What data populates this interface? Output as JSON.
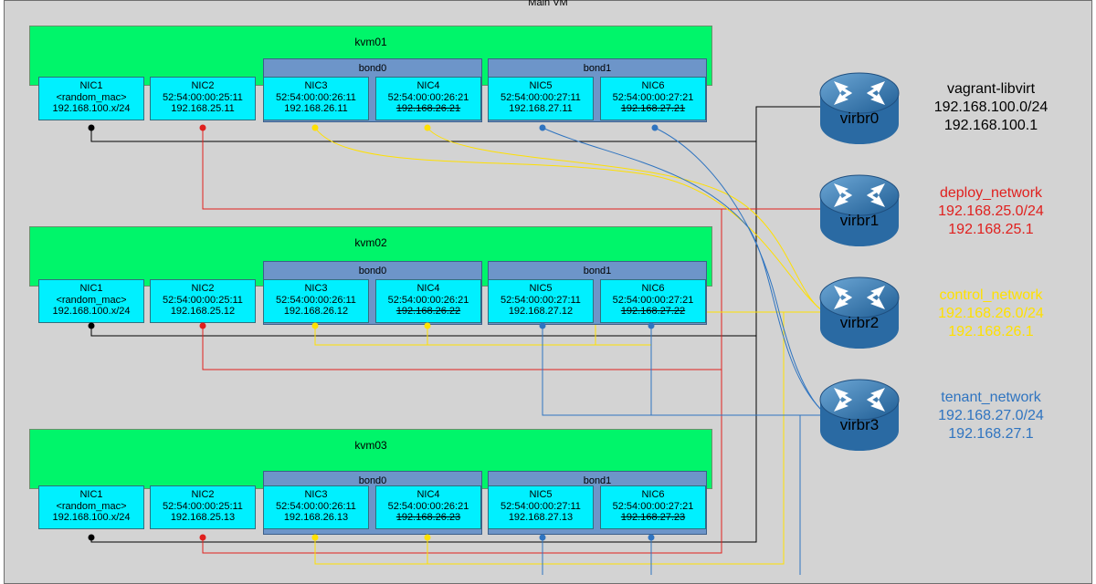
{
  "main_vm": {
    "title": "Main VM"
  },
  "colors": {
    "host_bg": "#00f56a",
    "nic_bg": "#00f0ff",
    "bond_bg": "#6d95c9",
    "vagrant": "#000000",
    "deploy": "#e0201e",
    "control": "#ffe000",
    "tenant": "#2f74c0"
  },
  "hosts": [
    {
      "name": "kvm01",
      "nic1": {
        "label": "NIC1",
        "mac": "<random_mac>",
        "ip": "192.168.100.x/24"
      },
      "nic2": {
        "label": "NIC2",
        "mac": "52:54:00:00:25:11",
        "ip": "192.168.25.11"
      },
      "bond0": {
        "label": "bond0",
        "nic3": {
          "label": "NIC3",
          "mac": "52:54:00:00:26:11",
          "ip": "192.168.26.11"
        },
        "nic4": {
          "label": "NIC4",
          "mac": "52:54:00:00:26:21",
          "ip": "192.168.26.21"
        }
      },
      "bond1": {
        "label": "bond1",
        "nic5": {
          "label": "NIC5",
          "mac": "52:54:00:00:27:11",
          "ip": "192.168.27.11"
        },
        "nic6": {
          "label": "NIC6",
          "mac": "52:54:00:00:27:21",
          "ip": "192.168.27.21"
        }
      }
    },
    {
      "name": "kvm02",
      "nic1": {
        "label": "NIC1",
        "mac": "<random_mac>",
        "ip": "192.168.100.x/24"
      },
      "nic2": {
        "label": "NIC2",
        "mac": "52:54:00:00:25:11",
        "ip": "192.168.25.12"
      },
      "bond0": {
        "label": "bond0",
        "nic3": {
          "label": "NIC3",
          "mac": "52:54:00:00:26:11",
          "ip": "192.168.26.12"
        },
        "nic4": {
          "label": "NIC4",
          "mac": "52:54:00:00:26:21",
          "ip": "192.168.26.22"
        }
      },
      "bond1": {
        "label": "bond1",
        "nic5": {
          "label": "NIC5",
          "mac": "52:54:00:00:27:11",
          "ip": "192.168.27.12"
        },
        "nic6": {
          "label": "NIC6",
          "mac": "52:54:00:00:27:21",
          "ip": "192.168.27.22"
        }
      }
    },
    {
      "name": "kvm03",
      "nic1": {
        "label": "NIC1",
        "mac": "<random_mac>",
        "ip": "192.168.100.x/24"
      },
      "nic2": {
        "label": "NIC2",
        "mac": "52:54:00:00:25:11",
        "ip": "192.168.25.13"
      },
      "bond0": {
        "label": "bond0",
        "nic3": {
          "label": "NIC3",
          "mac": "52:54:00:00:26:11",
          "ip": "192.168.26.13"
        },
        "nic4": {
          "label": "NIC4",
          "mac": "52:54:00:00:26:21",
          "ip": "192.168.26.23"
        }
      },
      "bond1": {
        "label": "bond1",
        "nic5": {
          "label": "NIC5",
          "mac": "52:54:00:00:27:11",
          "ip": "192.168.27.13"
        },
        "nic6": {
          "label": "NIC6",
          "mac": "52:54:00:00:27:21",
          "ip": "192.168.27.23"
        }
      }
    }
  ],
  "routers": [
    {
      "name": "virbr0",
      "network": "vagrant-libvirt",
      "cidr": "192.168.100.0/24",
      "gateway": "192.168.100.1",
      "color": "#000000"
    },
    {
      "name": "virbr1",
      "network": "deploy_network",
      "cidr": "192.168.25.0/24",
      "gateway": "192.168.25.1",
      "color": "#e0201e"
    },
    {
      "name": "virbr2",
      "network": "control_network",
      "cidr": "192.168.26.0/24",
      "gateway": "192.168.26.1",
      "color": "#ffe000"
    },
    {
      "name": "virbr3",
      "network": "tenant_network",
      "cidr": "192.168.27.0/24",
      "gateway": "192.168.27.1",
      "color": "#2f74c0"
    }
  ]
}
